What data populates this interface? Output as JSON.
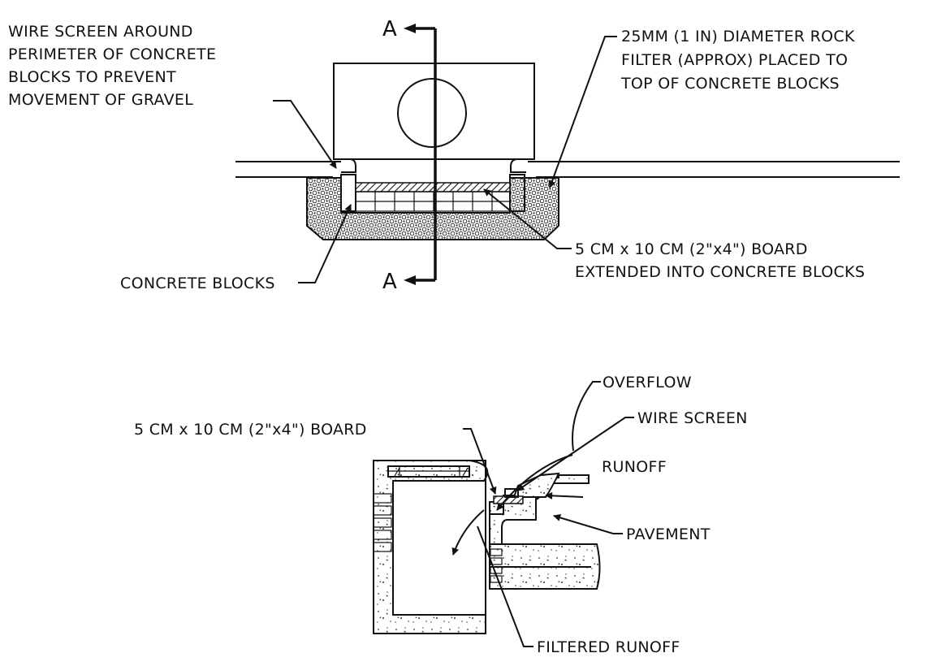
{
  "top_view": {
    "section_marker": "A",
    "labels": {
      "wire_screen": [
        "WIRE SCREEN AROUND",
        "PERIMETER OF CONCRETE",
        "BLOCKS TO PREVENT",
        "MOVEMENT OF GRAVEL"
      ],
      "rock_filter": [
        "25MM (1 IN) DIAMETER ROCK",
        "FILTER (APPROX) PLACED TO",
        "TOP OF CONCRETE BLOCKS"
      ],
      "concrete_blocks": [
        "CONCRETE BLOCKS"
      ],
      "board": [
        "5 CM x 10 CM (2\"x4\") BOARD",
        "EXTENDED INTO CONCRETE BLOCKS"
      ]
    }
  },
  "section_view": {
    "labels": {
      "overflow": "OVERFLOW",
      "wire_screen": "WIRE SCREEN",
      "board": "5 CM x 10 CM (2\"x4\") BOARD",
      "runoff": "RUNOFF",
      "pavement": "PAVEMENT",
      "filtered_runoff": "FILTERED RUNOFF"
    }
  },
  "colors": {
    "ink": "#111111",
    "background": "#ffffff"
  }
}
